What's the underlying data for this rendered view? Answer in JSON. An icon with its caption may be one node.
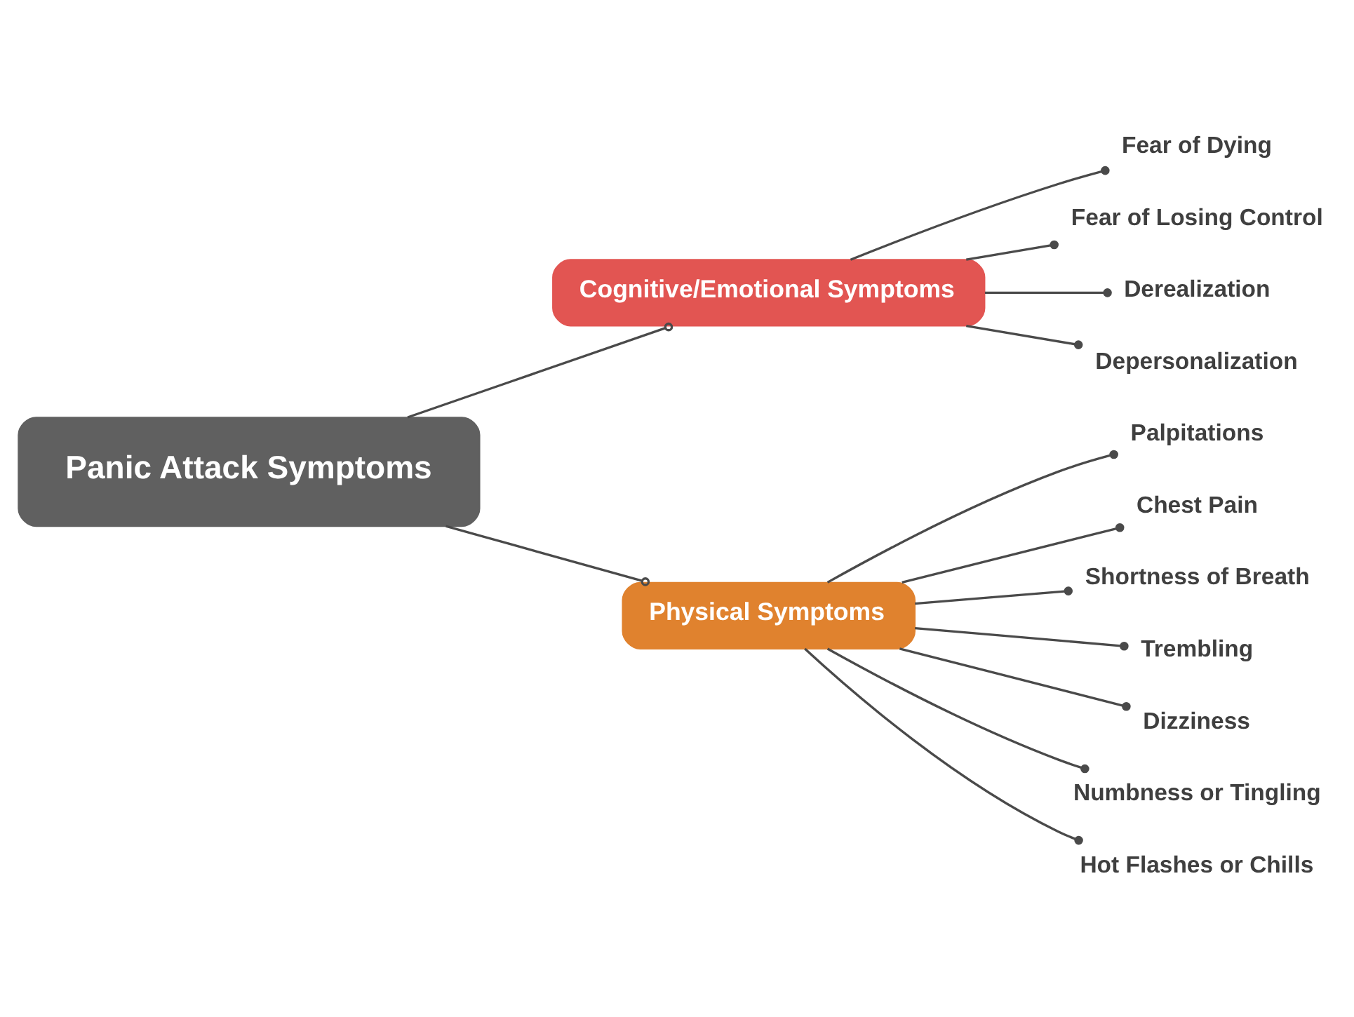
{
  "diagram": {
    "nodes": [
      {
        "text": [
          "Panic Attack Symptoms"
        ]
      },
      {
        "text": [
          "Cognitive/Emotional Symptoms"
        ]
      },
      {
        "text": [
          "Fear of Dying"
        ]
      },
      {
        "text": [
          "Fear of Losing Control"
        ]
      },
      {
        "text": [
          "Derealization"
        ]
      },
      {
        "text": [
          "Depersonalization"
        ]
      },
      {
        "text": [
          "Physical Symptoms"
        ]
      },
      {
        "text": [
          "Palpitations"
        ]
      },
      {
        "text": [
          "Chest Pain"
        ]
      },
      {
        "text": [
          "Shortness of Breath"
        ]
      },
      {
        "text": [
          "Trembling"
        ]
      },
      {
        "text": [
          "Dizziness"
        ]
      },
      {
        "text": [
          "Numbness or Tingling"
        ]
      },
      {
        "text": [
          "Hot Flashes or Chills"
        ]
      }
    ],
    "edges": [
      {
        "from": 0,
        "to": 1,
        "arrow": "other"
      },
      {
        "from": 1,
        "to": 2,
        "arrow": "other"
      },
      {
        "from": 1,
        "to": 3,
        "arrow": "other"
      },
      {
        "from": 1,
        "to": 4,
        "arrow": "other"
      },
      {
        "from": 1,
        "to": 5,
        "arrow": "other"
      },
      {
        "from": 0,
        "to": 6,
        "arrow": "other"
      },
      {
        "from": 6,
        "to": 7,
        "arrow": "other"
      },
      {
        "from": 6,
        "to": 8,
        "arrow": "other"
      },
      {
        "from": 6,
        "to": 9,
        "arrow": "other"
      },
      {
        "from": 6,
        "to": 10,
        "arrow": "other"
      },
      {
        "from": 6,
        "to": 11,
        "arrow": "other"
      },
      {
        "from": 6,
        "to": 12,
        "arrow": "other"
      },
      {
        "from": 6,
        "to": 13,
        "arrow": "other"
      }
    ]
  }
}
